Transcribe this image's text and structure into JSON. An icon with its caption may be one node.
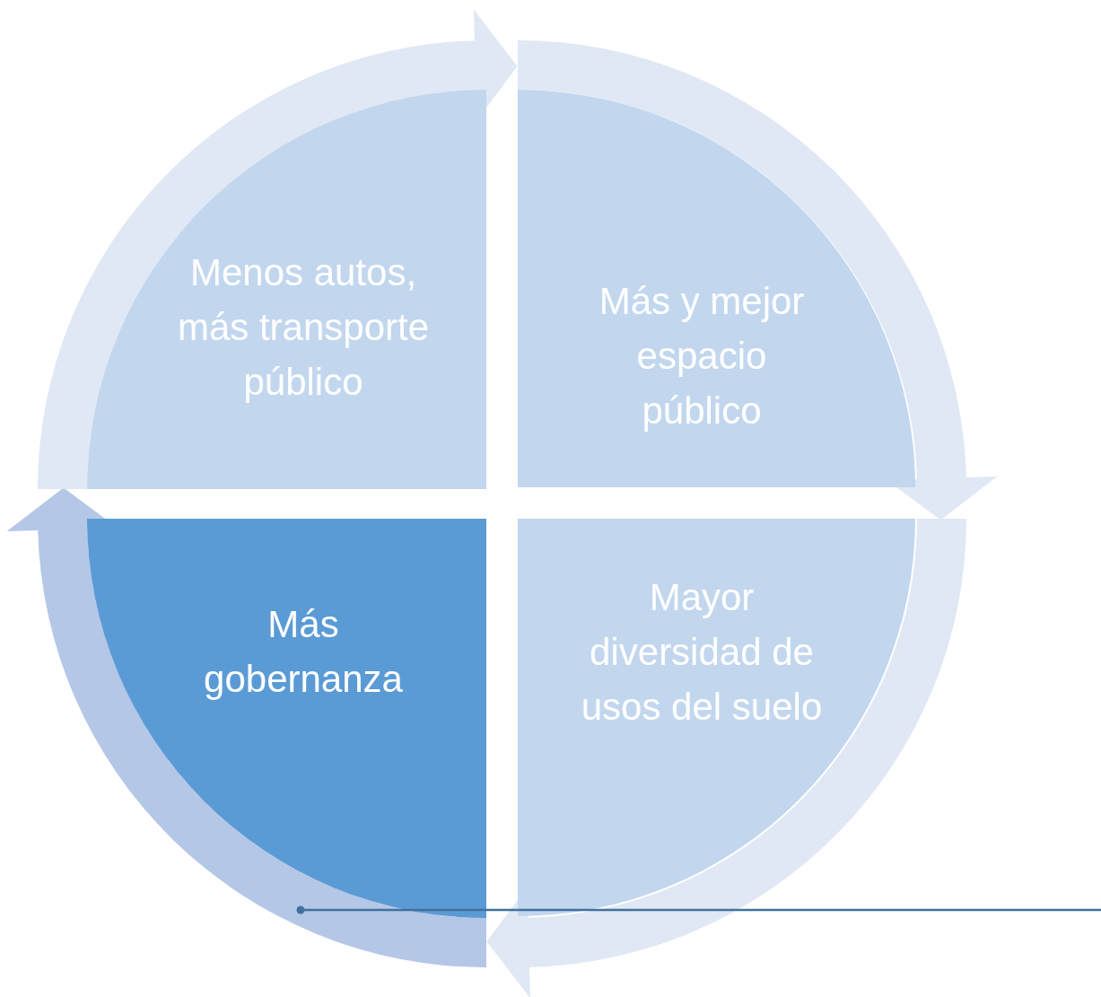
{
  "diagram": {
    "nodes": [
      {
        "text": [
          "Menos autos, más transporte público"
        ]
      },
      {
        "text": [
          "Más y mejor espacio público"
        ]
      },
      {
        "text": [
          "Mayor diversidad de usos del suelo"
        ]
      },
      {
        "text": [
          "Más gobernanza"
        ]
      }
    ],
    "edges": [
      {
        "from": 0,
        "to": 1,
        "arrow": "to"
      },
      {
        "from": 1,
        "to": 2,
        "arrow": "to"
      },
      {
        "from": 2,
        "to": 3,
        "arrow": "to"
      },
      {
        "from": 3,
        "to": 0,
        "arrow": "to",
        "color": "#b4c7e7"
      },
      {
        "from": null,
        "to": 3,
        "arrow": "other",
        "color": "#41719c"
      }
    ]
  }
}
